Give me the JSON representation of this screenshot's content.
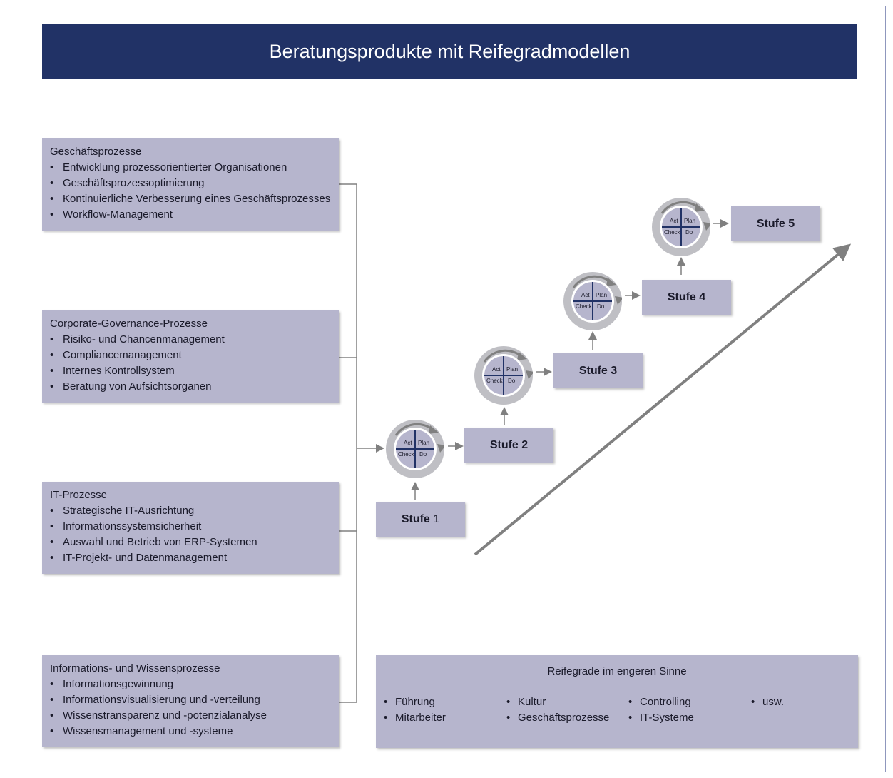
{
  "title": "Beratungsprodukte mit Reifegradmodellen",
  "groups": [
    {
      "title": "Geschäftsprozesse",
      "items": [
        "Entwicklung prozessorientierter Organisationen",
        "Geschäftsprozessoptimierung",
        "Kontinuierliche Verbesserung eines Geschäftsprozesses",
        "Workflow-Management"
      ]
    },
    {
      "title": "Corporate-Governance-Prozesse",
      "items": [
        "Risiko- und Chancenmanagement",
        "Compliancemanagement",
        "Internes Kontrollsystem",
        "Beratung von Aufsichtsorganen"
      ]
    },
    {
      "title": "IT-Prozesse",
      "items": [
        "Strategische IT-Ausrichtung",
        "Informationssystemsicherheit",
        "Auswahl und Betrieb von ERP-Systemen",
        "IT-Projekt- und Datenmanagement"
      ]
    },
    {
      "title": "Informations- und Wissensprozesse",
      "items": [
        "Informationsgewinnung",
        "Informationsvisualisierung und -verteilung",
        "Wissenstransparenz und -potenzialanalyse",
        "Wissensmanagement und -systeme"
      ]
    }
  ],
  "stages": {
    "word": "Stufe",
    "s1": "1",
    "s2": "Stufe 2",
    "s3": "Stufe 3",
    "s4": "Stufe 4",
    "s5": "Stufe 5"
  },
  "pdca": {
    "act": "Act",
    "plan": "Plan",
    "check": "Check",
    "do": "Do"
  },
  "maturity": {
    "title": "Reifegrade im engeren Sinne",
    "columns": [
      [
        "Führung",
        "Mitarbeiter"
      ],
      [
        "Kultur",
        "Geschäftsprozesse"
      ],
      [
        "Controlling",
        "IT-Systeme"
      ],
      [
        "usw."
      ]
    ]
  },
  "colors": {
    "banner": "#213266",
    "box": "#b6b5cd",
    "arrow": "#808080"
  }
}
